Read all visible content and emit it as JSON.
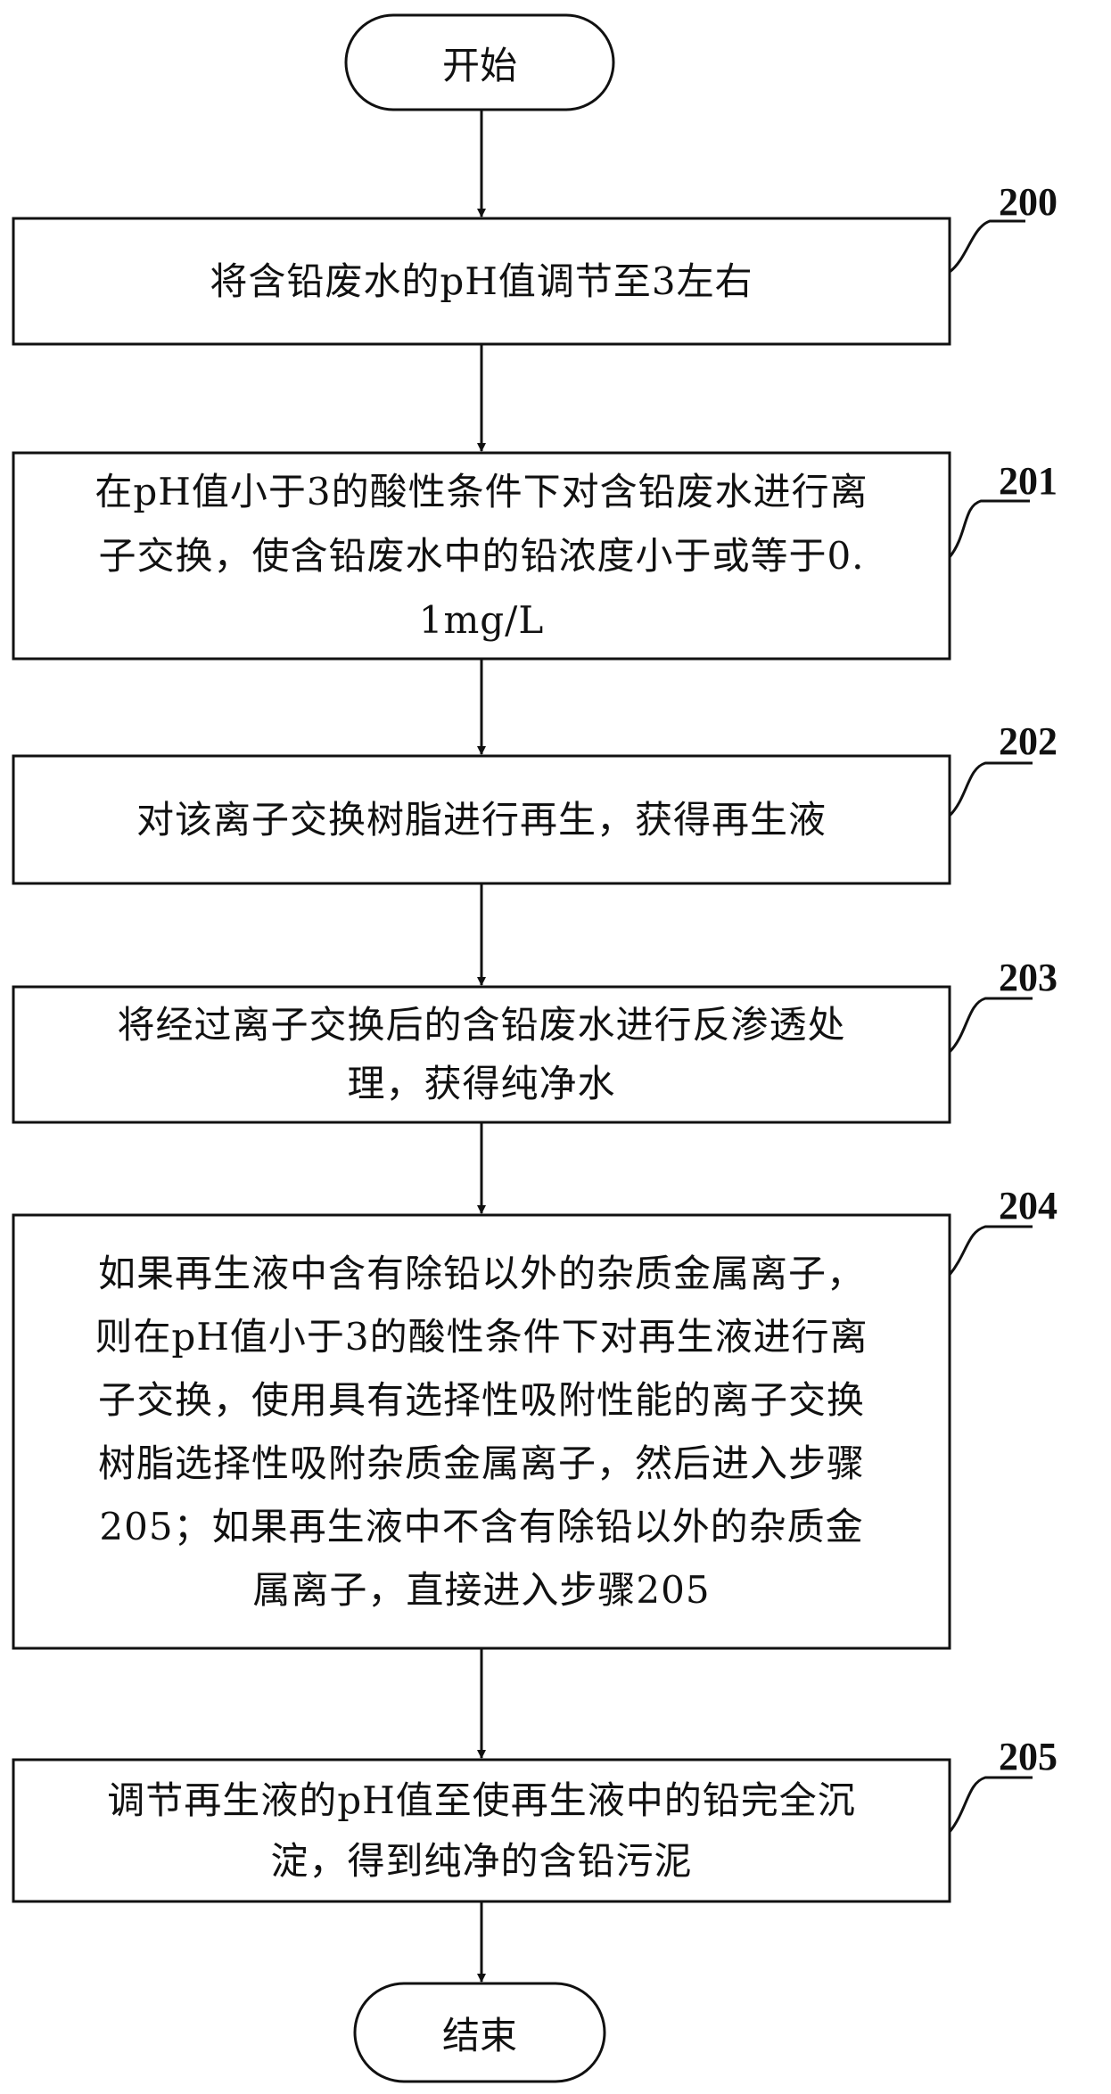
{
  "start_label": "开始",
  "end_label": "结束",
  "steps": [
    {
      "id": "200",
      "lines": [
        "将含铅废水的pH值调节至3左右"
      ]
    },
    {
      "id": "201",
      "lines": [
        "在pH值小于3的酸性条件下对含铅废水进行离",
        "子交换，使含铅废水中的铅浓度小于或等于0.",
        "1mg/L"
      ]
    },
    {
      "id": "202",
      "lines": [
        "对该离子交换树脂进行再生，获得再生液"
      ]
    },
    {
      "id": "203",
      "lines": [
        "将经过离子交换后的含铅废水进行反渗透处",
        "理，获得纯净水"
      ]
    },
    {
      "id": "204",
      "lines": [
        "如果再生液中含有除铅以外的杂质金属离子，",
        "则在pH值小于3的酸性条件下对再生液进行离",
        "子交换，使用具有选择性吸附性能的离子交换",
        "树脂选择性吸附杂质金属离子，然后进入步骤",
        "205；如果再生液中不含有除铅以外的杂质金",
        "属离子，直接进入步骤205"
      ]
    },
    {
      "id": "205",
      "lines": [
        "调节再生液的pH值至使再生液中的铅完全沉",
        "淀，得到纯净的含铅污泥"
      ]
    }
  ]
}
